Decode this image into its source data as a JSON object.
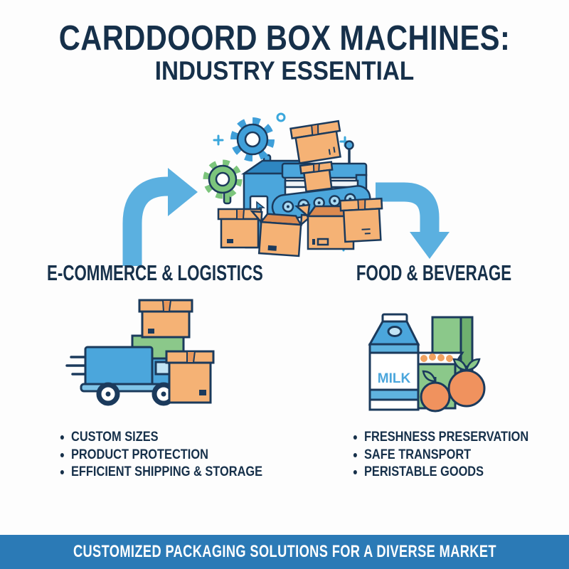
{
  "title": {
    "line1": "CARDDOORD BOX MACHINES:",
    "line2": "INDUSTRY ESSENTIAL"
  },
  "sections": {
    "left": {
      "heading": "E-COMMERCE & LOGISTICS",
      "bullets": [
        "CUSTOM SIZES",
        "PRODUCT PROTECTION",
        "EFFICIENT SHIPPING & STORAGE"
      ]
    },
    "right": {
      "heading": "FOOD & BEVERAGE",
      "bullets": [
        "FRESHNESS PRESERVATION",
        "SAFE TRANSPORT",
        "PERISTABLE GOODS"
      ]
    }
  },
  "banner": {
    "text": "CUSTOMIZED PACKAGING SOLUTIONS FOR A DIVERSE MARKET"
  },
  "illustrations": {
    "machine": "cardboard-box-machine-with-conveyor-gears-and-boxes",
    "left_arrow": "curved-arrow-up-right",
    "right_arrow": "curved-arrow-down-right",
    "truck": "delivery-truck-with-stacked-boxes",
    "food": "milk-carton-cereal-box-and-fruit",
    "milk_label": "MILK"
  },
  "colors": {
    "title_navy": "#16304a",
    "outline_navy": "#1b3a5c",
    "machine_blue": "#4ba6dc",
    "machine_blue_dark": "#2e86c1",
    "arrow_blue": "#5bb0e0",
    "gear_green": "#7cc57c",
    "box_green": "#8bc88a",
    "box_orange": "#f5b275",
    "tape_orange": "#e8975a",
    "fruit_orange": "#f0925e",
    "banner_blue": "#2b7ab6",
    "background": "#fdfdfd"
  }
}
